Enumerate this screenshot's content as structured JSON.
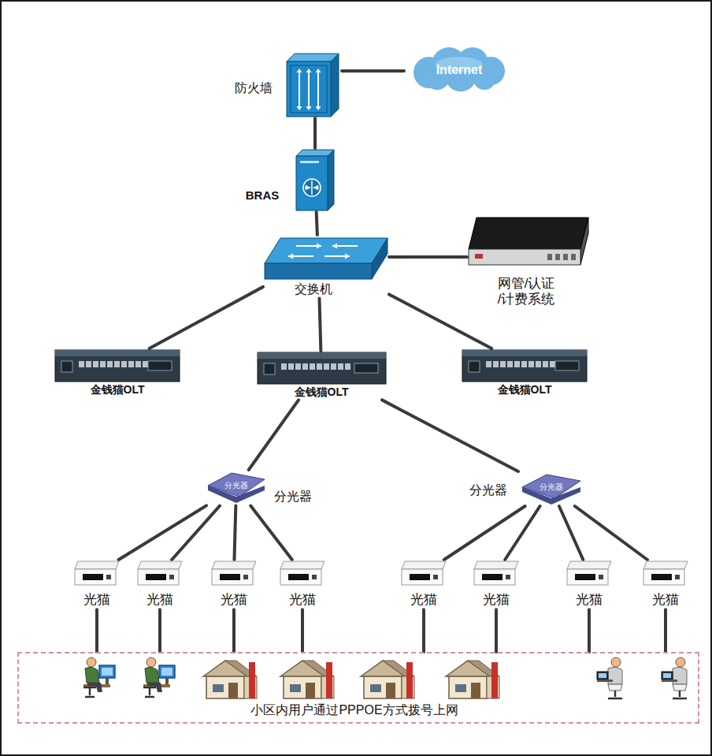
{
  "diagram": {
    "nodes": [
      {
        "text": [
          "Internet"
        ]
      },
      {
        "text": [
          "防火墙"
        ]
      },
      {
        "text": [
          "BRAS"
        ]
      },
      {
        "text": [
          "交换机"
        ]
      },
      {
        "text": [
          "网管/认证 /计费系统"
        ]
      },
      {
        "text": [
          "金钱猫OLT"
        ]
      },
      {
        "text": [
          "金钱猫OLT"
        ]
      },
      {
        "text": [
          "金钱猫OLT"
        ]
      },
      {
        "text": [
          "分光器",
          "分光器"
        ]
      },
      {
        "text": [
          "分光器",
          "分光器"
        ]
      },
      {
        "text": [
          "光猫"
        ]
      },
      {
        "text": [
          "光猫"
        ]
      },
      {
        "text": [
          "光猫"
        ]
      },
      {
        "text": [
          "光猫"
        ]
      },
      {
        "text": [
          "光猫"
        ]
      },
      {
        "text": [
          "光猫"
        ]
      },
      {
        "text": [
          "光猫"
        ]
      },
      {
        "text": [
          "光猫"
        ]
      },
      {
        "text": [
          "小区内用户通过PPPOE方式拨号上网"
        ]
      }
    ],
    "edges": [
      {
        "from": 0,
        "to": 1,
        "arrow": "none"
      },
      {
        "from": 1,
        "to": 2,
        "arrow": "none"
      },
      {
        "from": 2,
        "to": 3,
        "arrow": "none"
      },
      {
        "from": 3,
        "to": 4,
        "arrow": "none"
      },
      {
        "from": 3,
        "to": 5,
        "arrow": "none"
      },
      {
        "from": 3,
        "to": 6,
        "arrow": "none"
      },
      {
        "from": 3,
        "to": 7,
        "arrow": "none"
      },
      {
        "from": 6,
        "to": 8,
        "arrow": "none"
      },
      {
        "from": 6,
        "to": 9,
        "arrow": "none"
      },
      {
        "from": 8,
        "to": 10,
        "arrow": "none"
      },
      {
        "from": 8,
        "to": 11,
        "arrow": "none"
      },
      {
        "from": 8,
        "to": 12,
        "arrow": "none"
      },
      {
        "from": 8,
        "to": 13,
        "arrow": "none"
      },
      {
        "from": 9,
        "to": 14,
        "arrow": "none"
      },
      {
        "from": 9,
        "to": 15,
        "arrow": "none"
      },
      {
        "from": 9,
        "to": 16,
        "arrow": "none"
      },
      {
        "from": 9,
        "to": 17,
        "arrow": "none"
      },
      {
        "from": 10,
        "to": 18,
        "arrow": "none"
      },
      {
        "from": 11,
        "to": 18,
        "arrow": "none"
      },
      {
        "from": 12,
        "to": 18,
        "arrow": "none"
      },
      {
        "from": 13,
        "to": 18,
        "arrow": "none"
      },
      {
        "from": 14,
        "to": 18,
        "arrow": "none"
      },
      {
        "from": 15,
        "to": 18,
        "arrow": "none"
      },
      {
        "from": 16,
        "to": 18,
        "arrow": "none"
      },
      {
        "from": 17,
        "to": 18,
        "arrow": "none"
      }
    ]
  }
}
